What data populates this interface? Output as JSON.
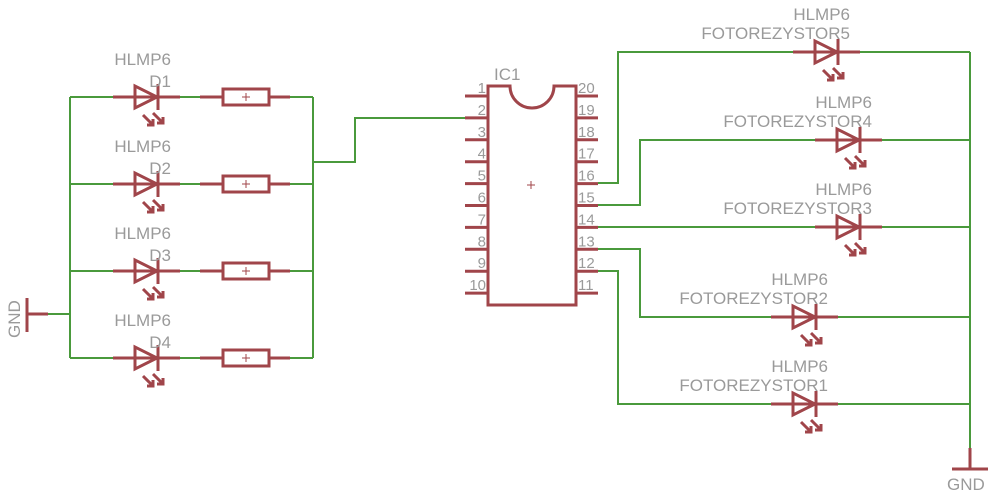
{
  "colors": {
    "wire": "#4a9a3c",
    "symbol": "#a0454a",
    "label": "#9a9a9a"
  },
  "ic": {
    "name": "IC1",
    "left_pins": [
      "1",
      "2",
      "3",
      "4",
      "5",
      "6",
      "7",
      "8",
      "9",
      "10"
    ],
    "right_pins": [
      "20",
      "19",
      "18",
      "17",
      "16",
      "15",
      "14",
      "13",
      "12",
      "11"
    ]
  },
  "left_leds": [
    {
      "value": "HLMP6",
      "name": "D1"
    },
    {
      "value": "HLMP6",
      "name": "D2"
    },
    {
      "value": "HLMP6",
      "name": "D3"
    },
    {
      "value": "HLMP6",
      "name": "D4"
    }
  ],
  "right_leds": [
    {
      "value": "HLMP6",
      "name": "FOTOREZYSTOR5"
    },
    {
      "value": "HLMP6",
      "name": "FOTOREZYSTOR4"
    },
    {
      "value": "HLMP6",
      "name": "FOTOREZYSTOR3"
    },
    {
      "value": "HLMP6",
      "name": "FOTOREZYSTOR2"
    },
    {
      "value": "HLMP6",
      "name": "FOTOREZYSTOR1"
    }
  ],
  "gnd_left": "GND",
  "gnd_right": "GND"
}
